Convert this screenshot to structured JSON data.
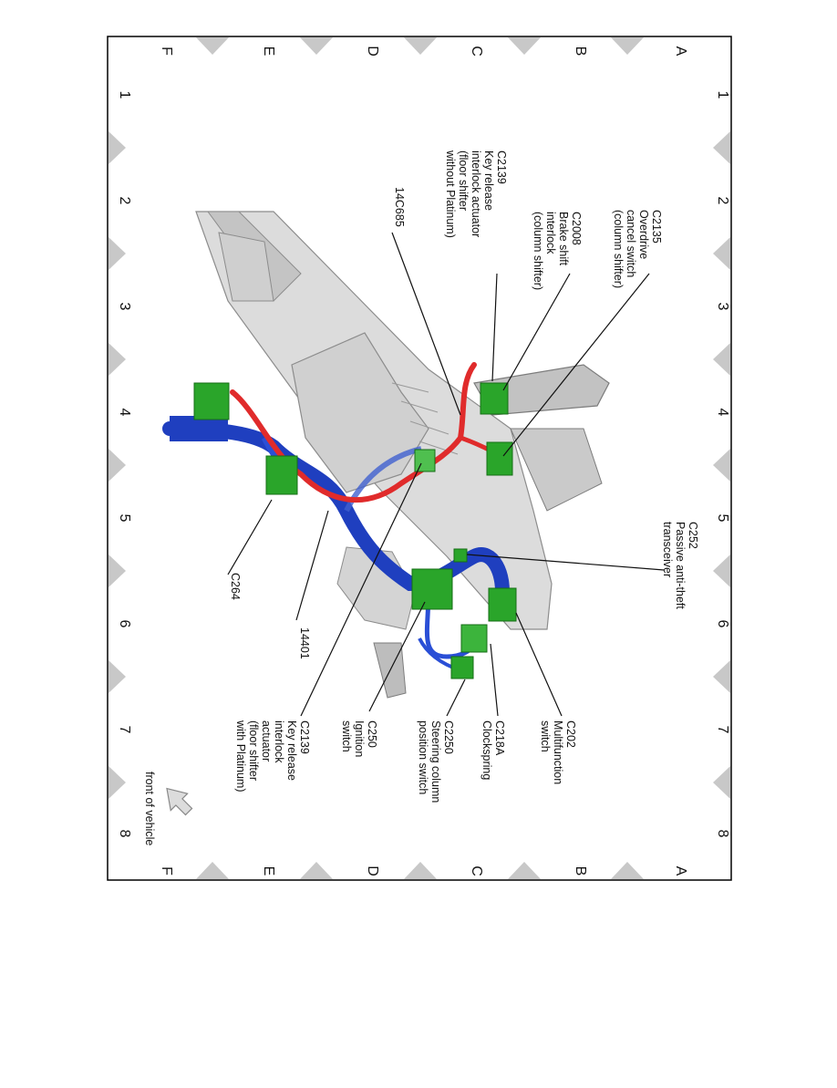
{
  "grid": {
    "rows": [
      "A",
      "B",
      "C",
      "D",
      "E",
      "F"
    ],
    "cols": [
      "1",
      "2",
      "3",
      "4",
      "5",
      "6",
      "7",
      "8"
    ]
  },
  "callouts": {
    "c2135": [
      "C2135",
      "Overdrive",
      "cancel switch",
      "(column shifter)"
    ],
    "c2008": [
      "C2008",
      "Brake shift",
      "interlock",
      "(column shifter)"
    ],
    "c2139_top": [
      "C2139",
      "Key release",
      "interlock actuator",
      "(floor shifter",
      "without Platinum)"
    ],
    "p14c685": [
      "14C685"
    ],
    "c252": [
      "C252",
      "Passive anti-theft",
      "transceiver"
    ],
    "c202": [
      "C202",
      "Multifunction",
      "switch"
    ],
    "c218a": [
      "C218A",
      "Clockspring"
    ],
    "c2250": [
      "C2250",
      "Steering column",
      "position switch"
    ],
    "c250": [
      "C250",
      "Ignition",
      "switch"
    ],
    "c2139_bottom": [
      "C2139",
      "Key release",
      "interlock",
      "actuator",
      "(floor shifter",
      "with Platinum)"
    ],
    "p14401": [
      "14401"
    ],
    "c264": [
      "C264"
    ]
  },
  "orientation": {
    "label": "front of vehicle",
    "icon": "arrow-icon"
  },
  "colors": {
    "harness_blue": "#1f3fbf",
    "harness_red": "#e02b2b",
    "connector_green": "#2aa52a",
    "grid_triangle": "#c8c8c8",
    "column_gray": "#d6d6d6"
  }
}
